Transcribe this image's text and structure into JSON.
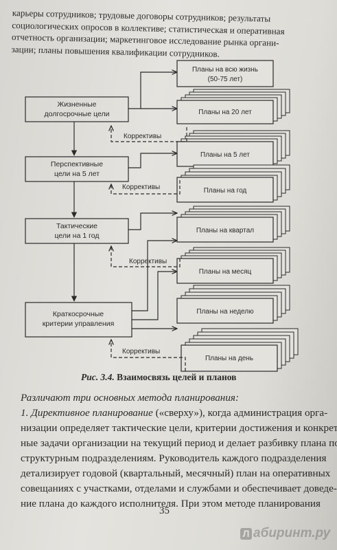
{
  "top_paragraph": {
    "lines": [
      "карьеры сотрудников; трудовые договоры сотрудников; результаты",
      "социологических опросов в коллективе; статистическая и оперативная",
      "отчетность организации; маркетинговое исследование рынка органи-",
      "зации; планы повышения квалификации сотрудников."
    ]
  },
  "figure": {
    "goals": [
      {
        "line1": "Жизненные",
        "line2": "долгосрочные цели"
      },
      {
        "line1": "Перспективные",
        "line2": "цели на 5 лет"
      },
      {
        "line1": "Тактические",
        "line2": "цели на 1 год"
      },
      {
        "line1": "Краткосрочные",
        "line2": "критерии управления"
      }
    ],
    "plans": [
      {
        "line1": "Планы на всю жизнь",
        "line2": "(50-75 лет)"
      },
      {
        "line1": "Планы на 20 лет",
        "line2": ""
      },
      {
        "line1": "Планы на 5 лет",
        "line2": ""
      },
      {
        "line1": "Планы на год",
        "line2": ""
      },
      {
        "line1": "Планы на квартал",
        "line2": ""
      },
      {
        "line1": "Планы на месяц",
        "line2": ""
      },
      {
        "line1": "Планы на неделю",
        "line2": ""
      },
      {
        "line1": "Планы на день",
        "line2": ""
      }
    ],
    "feedback_labels": [
      "Коррективы",
      "Коррективы",
      "Коррективы",
      "Коррективы"
    ],
    "caption_number": "Рис. 3.4.",
    "caption_title": "Взаимосвязь целей и планов"
  },
  "body": {
    "intro": "Различают три основных метода планирования:",
    "method_title": "1. Директивное планирование",
    "method_rest": " («сверху»), когда администрация орга-",
    "lines": [
      "низации определяет тактические цели, критерии достижения и конкрет-",
      "ные задачи организации на текущий период и делает разбивку плана по",
      "структурным подразделениям. Руководитель каждого подразделения",
      "детализирует годовой (квартальный, месячный) план на оперативных",
      "совещаниях с участками, отделами и службами и обеспечивает доведе-",
      "ние плана до каждого исполнителя. При этом методе планирования"
    ]
  },
  "page_number": "35",
  "watermark": {
    "mark": "Л",
    "text": "абиринт.ру"
  }
}
